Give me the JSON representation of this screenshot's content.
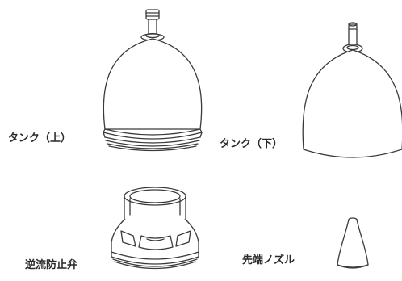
{
  "parts": {
    "tank_upper": {
      "label": "タンク（上）"
    },
    "tank_lower": {
      "label": "タンク（下）"
    },
    "check_valve": {
      "label": "逆流防止弁"
    },
    "nozzle_tip": {
      "label": "先端ノズル"
    }
  },
  "colors": {
    "stroke": "#3a3a3a",
    "fill": "#ffffff",
    "label": "#2a2a2a"
  }
}
